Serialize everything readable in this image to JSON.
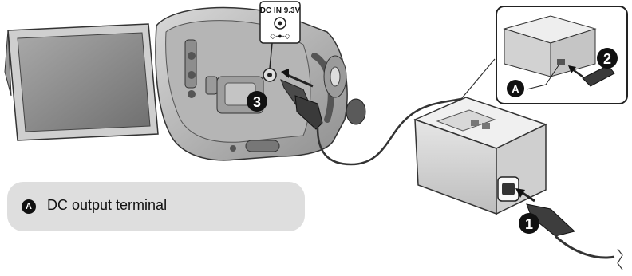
{
  "camera": {
    "jack_label_line1": "DC IN 9.3V",
    "jack_label_line2": "◇-●-◇"
  },
  "callouts": {
    "step1": "1",
    "step2": "2",
    "step3": "3",
    "A": "A"
  },
  "legend": {
    "marker": "A",
    "text": "DC output terminal"
  }
}
